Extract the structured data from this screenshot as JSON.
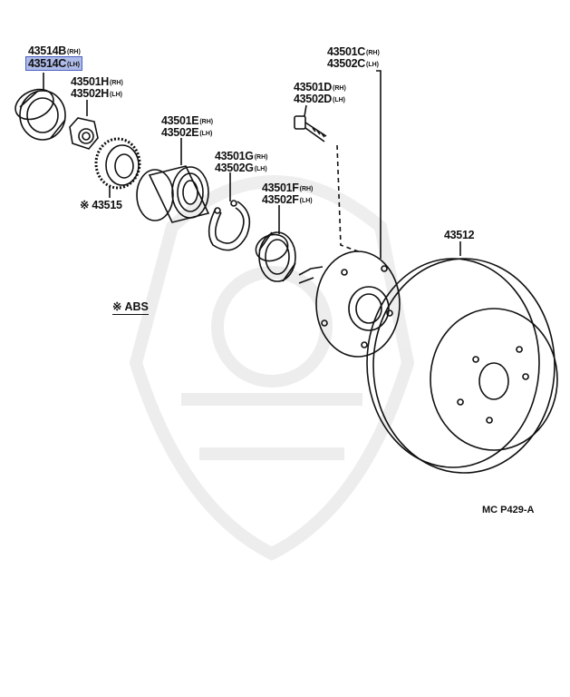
{
  "parts": {
    "p43514B": {
      "number": "43514B",
      "side": "(RH)"
    },
    "p43514C": {
      "number": "43514C",
      "side": "(LH)"
    },
    "p43501H": {
      "number": "43501H",
      "side": "(RH)"
    },
    "p43502H": {
      "number": "43502H",
      "side": "(LH)"
    },
    "p43515": {
      "number": "43515",
      "marker": "※"
    },
    "p43501E": {
      "number": "43501E",
      "side": "(RH)"
    },
    "p43502E": {
      "number": "43502E",
      "side": "(LH)"
    },
    "p43501G": {
      "number": "43501G",
      "side": "(RH)"
    },
    "p43502G": {
      "number": "43502G",
      "side": "(LH)"
    },
    "p43501F": {
      "number": "43501F",
      "side": "(RH)"
    },
    "p43502F": {
      "number": "43502F",
      "side": "(LH)"
    },
    "p43501D": {
      "number": "43501D",
      "side": "(RH)"
    },
    "p43502D": {
      "number": "43502D",
      "side": "(LH)"
    },
    "p43501C": {
      "number": "43501C",
      "side": "(RH)"
    },
    "p43502C": {
      "number": "43502C",
      "side": "(LH)"
    },
    "p43512": {
      "number": "43512"
    }
  },
  "legend": {
    "marker": "※",
    "text": "ABS"
  },
  "diagram_code": "MC  P429-A",
  "colors": {
    "highlight_fill": "#aebbe8",
    "highlight_border": "#4a5fc0",
    "ink": "#111111",
    "watermark": "#ededed"
  }
}
